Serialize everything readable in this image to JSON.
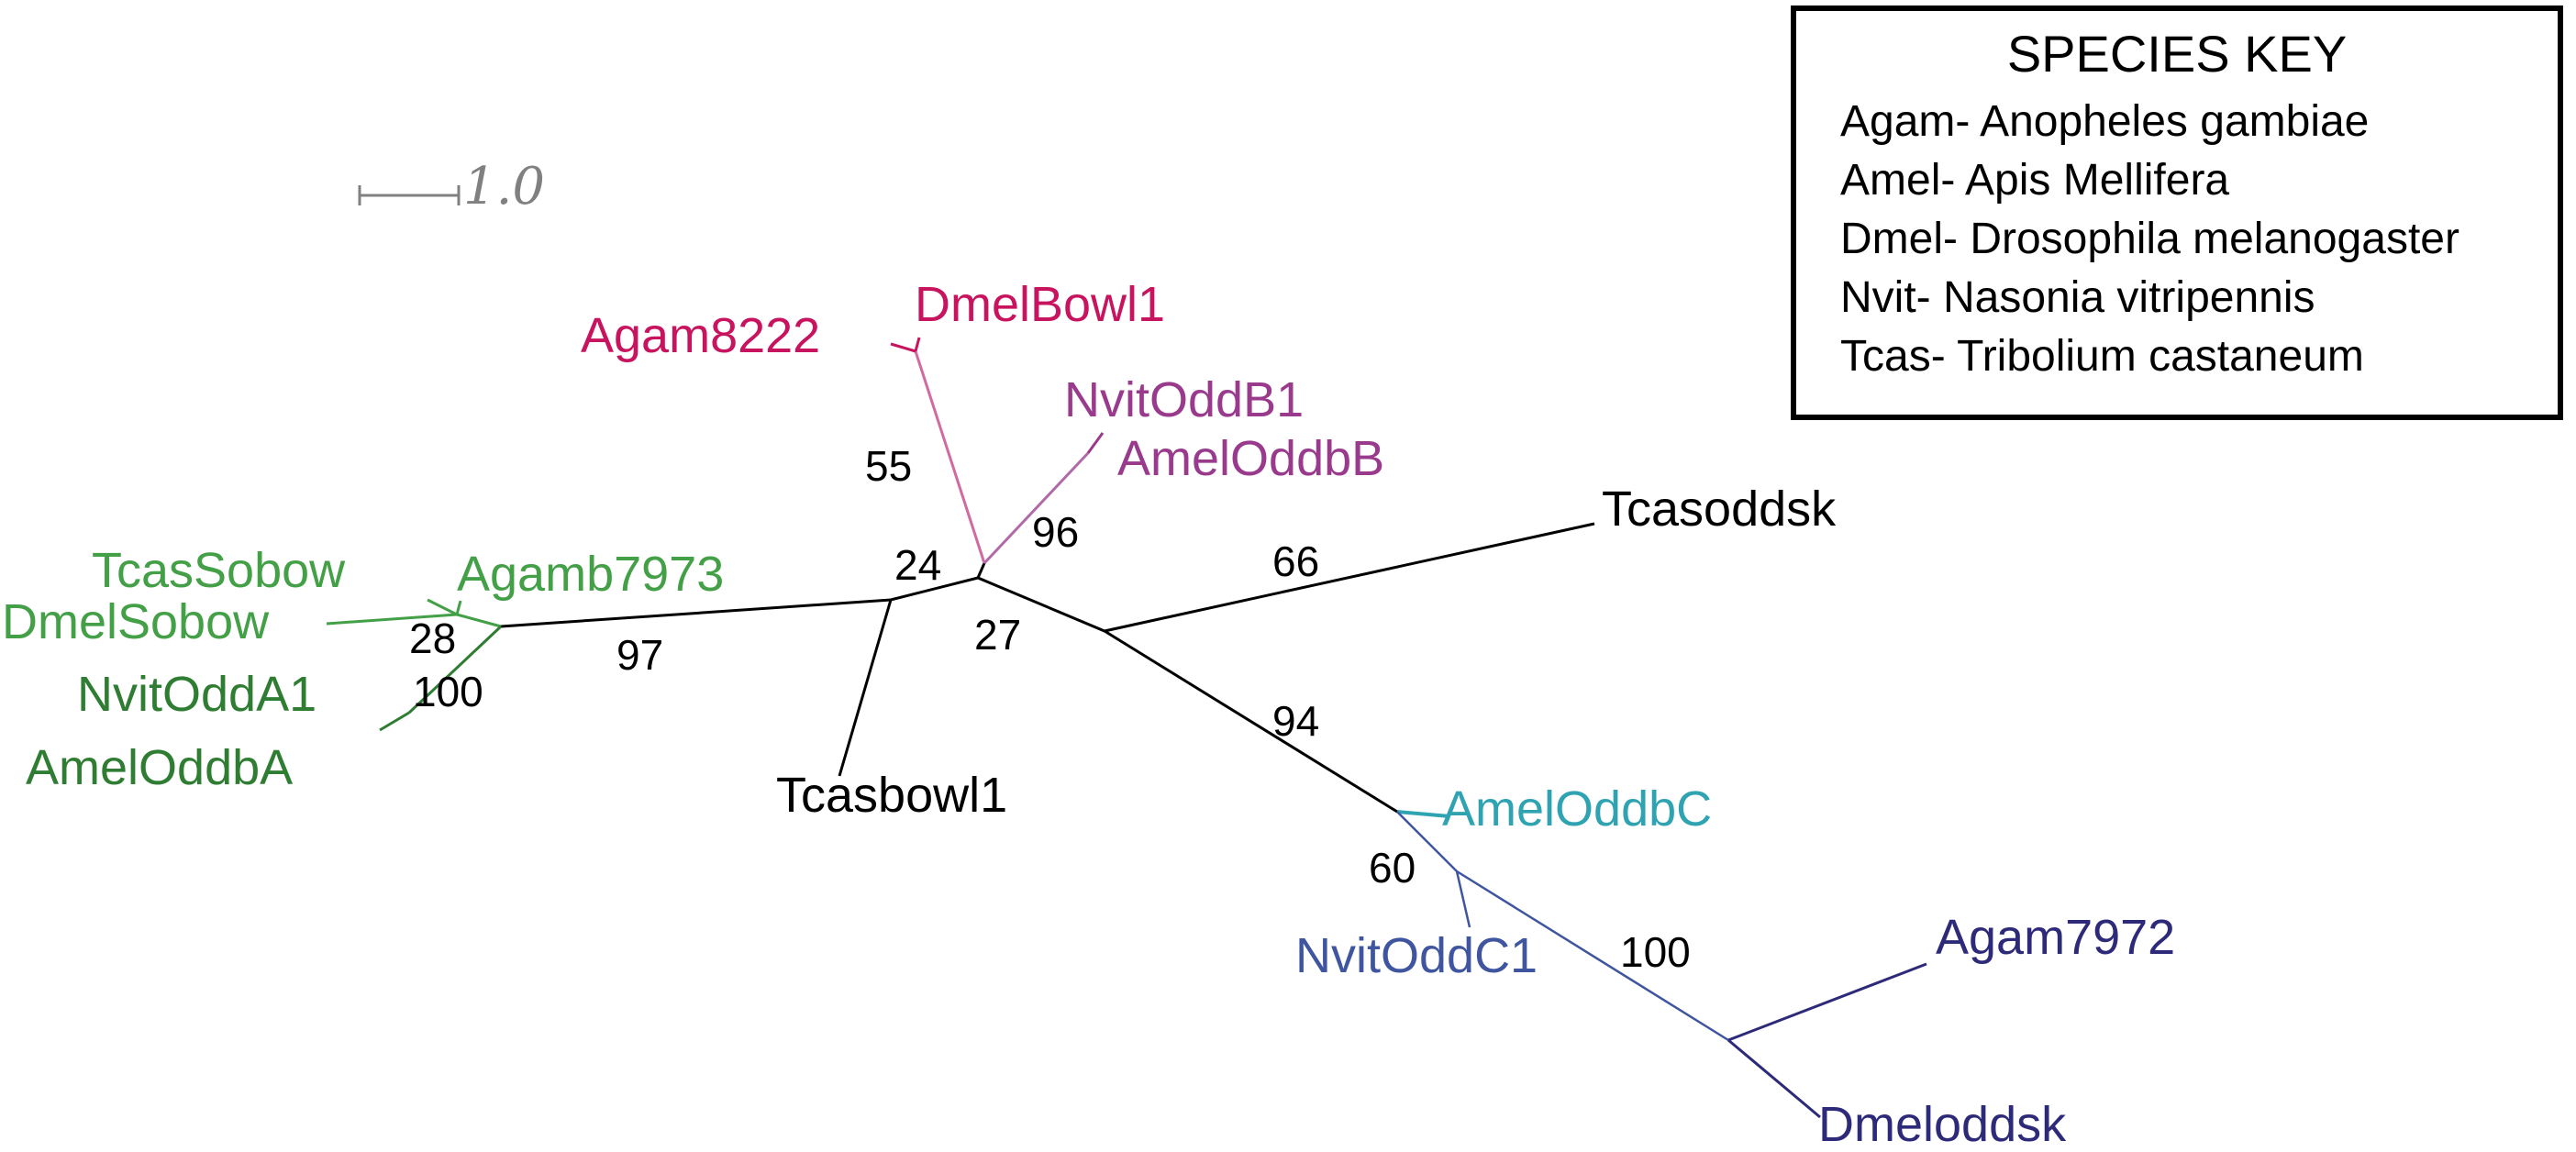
{
  "figure": {
    "type": "unrooted phylogenetic tree",
    "scale_bar_label": "1.0"
  },
  "colors": {
    "branch_default": "#000000",
    "clade_bowl_pink": "#c8145f",
    "clade_bowl_pink_branch": "#d06aa0",
    "clade_oddb_purple": "#993a8c",
    "clade_sobow_green": "#43a047",
    "clade_odda_darkgreen": "#2e7d32",
    "clade_oddbc_teal": "#2fa3b2",
    "clade_oddc1_blue": "#3f55a0",
    "clade_oddsk_indigo": "#2e2a7a",
    "scale_gray": "#808080"
  },
  "species_key": {
    "title": "SPECIES KEY",
    "entries": [
      "Agam- Anopheles gambiae",
      "Amel- Apis Mellifera",
      "Dmel- Drosophila melanogaster",
      "Nvit- Nasonia vitripennis",
      "Tcas- Tribolium castaneum"
    ]
  },
  "taxa": [
    {
      "name": "Agam8222",
      "clade": "bowl"
    },
    {
      "name": "DmelBowl1",
      "clade": "bowl"
    },
    {
      "name": "NvitOddB1",
      "clade": "oddb"
    },
    {
      "name": "AmelOddbB",
      "clade": "oddb"
    },
    {
      "name": "TcasSobow",
      "clade": "sobow"
    },
    {
      "name": "Agamb7973",
      "clade": "sobow"
    },
    {
      "name": "DmelSobow",
      "clade": "sobow"
    },
    {
      "name": "NvitOddA1",
      "clade": "odda"
    },
    {
      "name": "AmelOddbA",
      "clade": "odda"
    },
    {
      "name": "Tcasbowl1",
      "clade": "none"
    },
    {
      "name": "Tcasoddsk",
      "clade": "none"
    },
    {
      "name": "AmelOddbC",
      "clade": "oddbc"
    },
    {
      "name": "NvitOddC1",
      "clade": "oddc1"
    },
    {
      "name": "Agam7972",
      "clade": "oddsk"
    },
    {
      "name": "Dmeloddsk",
      "clade": "oddsk"
    }
  ],
  "bootstrap_values": [
    "55",
    "96",
    "24",
    "66",
    "28",
    "97",
    "27",
    "100",
    "94",
    "60",
    "100"
  ]
}
